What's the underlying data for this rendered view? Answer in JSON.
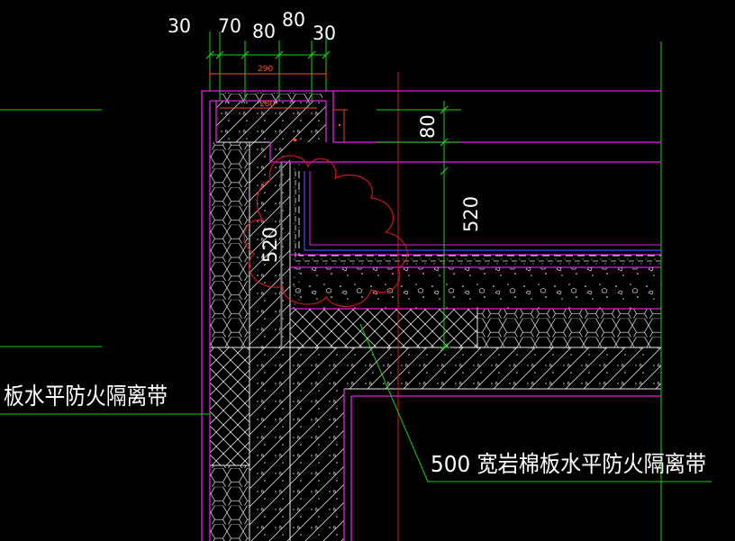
{
  "colors": {
    "background": "#000000",
    "outline": "#e51ee5",
    "leader": "#19d119",
    "dimension": "#ffffff",
    "revision_cloud": "#e01414",
    "small_dimension": "#ff4d2e",
    "hatch": "#cfcfcf",
    "blue_line": "#3f4cf2"
  },
  "dimensions": {
    "top_30_left": "30",
    "top_70": "70",
    "top_80_a": "80",
    "top_80_b": "80",
    "top_30_right": "30",
    "overall_290": "290",
    "inner_280": "280",
    "right_80": "80",
    "right_520": "520",
    "cloud_520": "520"
  },
  "labels": {
    "left_note": "板水平防火隔离带",
    "bottom_note": "500  宽岩棉板水平防火隔离带"
  }
}
